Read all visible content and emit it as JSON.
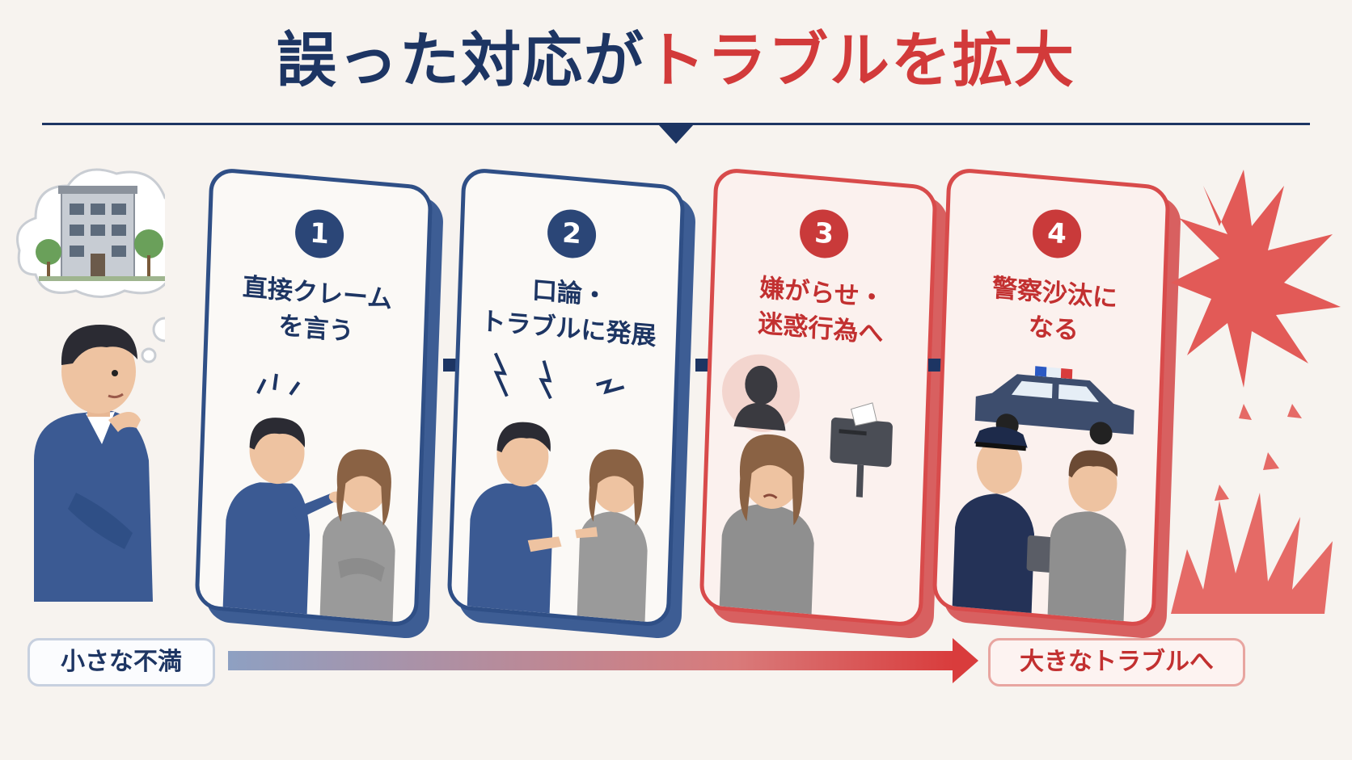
{
  "title": {
    "part1": "誤った対応が",
    "part2": "トラブルを拡大"
  },
  "steps": [
    {
      "num": "1",
      "text": "直接クレーム\nを言う"
    },
    {
      "num": "2",
      "text": "口論・\nトラブルに発展"
    },
    {
      "num": "3",
      "text": "嫌がらせ・\n迷惑行為へ"
    },
    {
      "num": "4",
      "text": "警察沙汰に\nなる"
    }
  ],
  "scale": {
    "start": "小さな不満",
    "end": "大きなトラブルへ"
  },
  "colors": {
    "navy": "#1d3563",
    "red": "#d23a3a"
  },
  "icons": [
    "apartment-building-icon",
    "thought-cloud-icon",
    "lightning-icon",
    "explosion-icon",
    "police-car-icon"
  ]
}
